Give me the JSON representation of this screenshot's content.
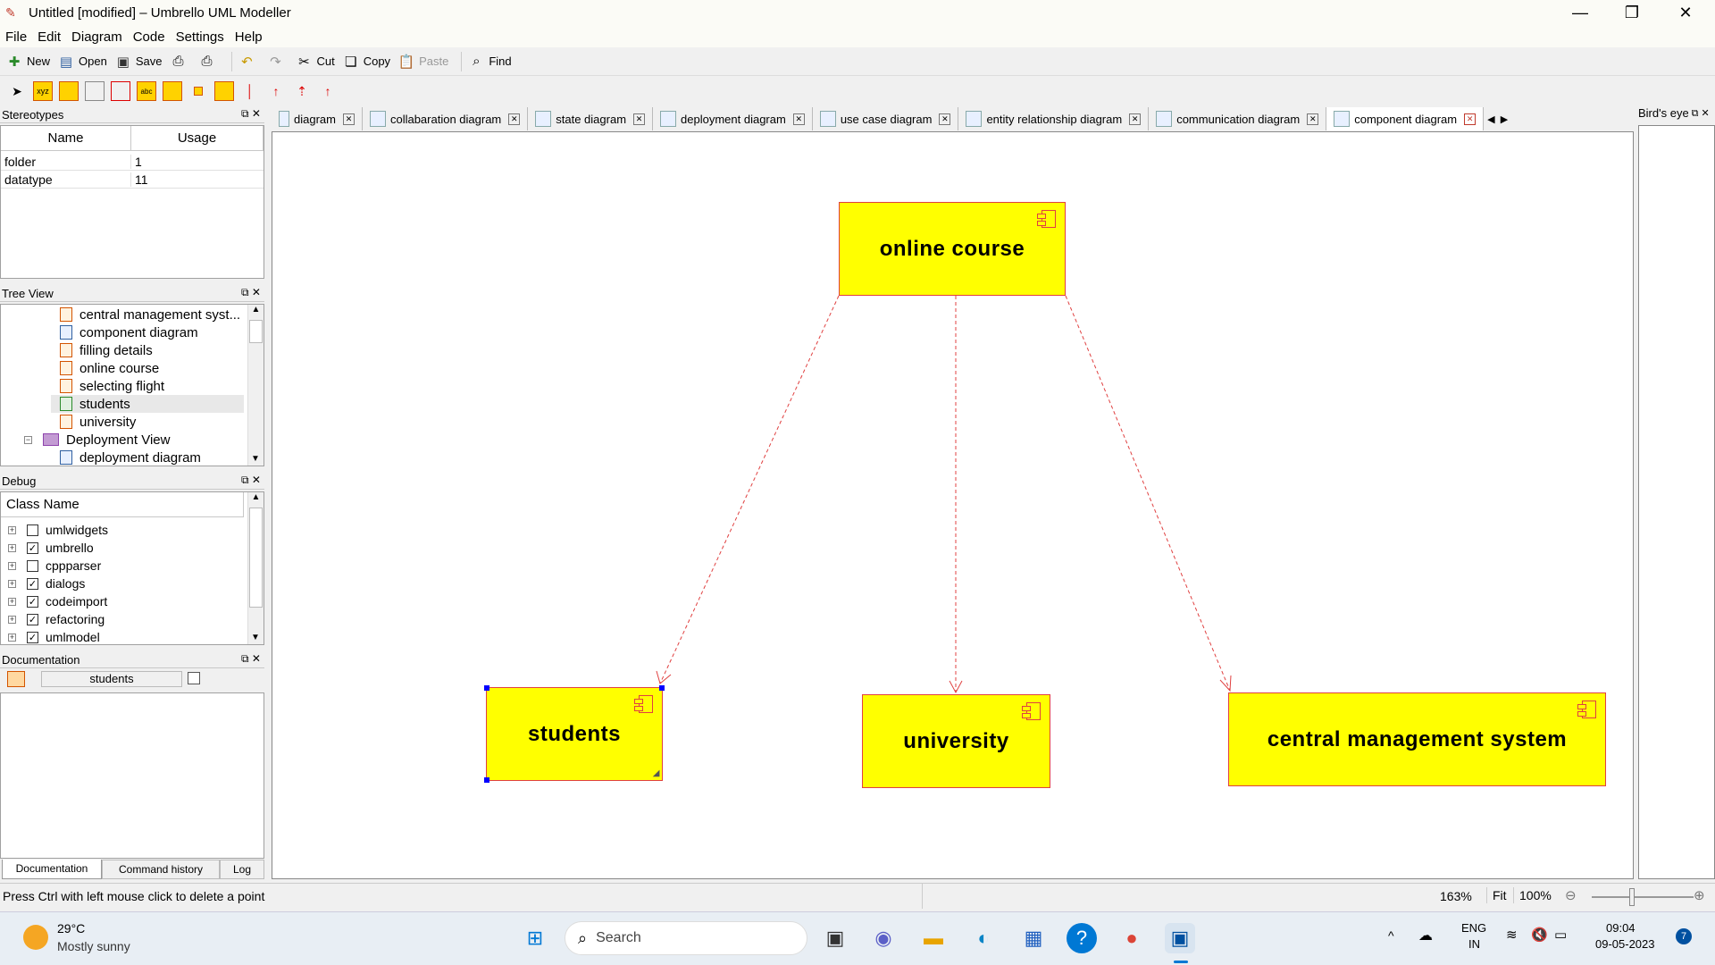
{
  "window": {
    "title": "Untitled [modified] – Umbrello UML Modeller",
    "minimize_icon": "minimize-icon",
    "restore_icon": "restore-icon",
    "close_icon": "close-icon"
  },
  "menu": [
    "File",
    "Edit",
    "Diagram",
    "Code",
    "Settings",
    "Help"
  ],
  "toolbar": {
    "new": "New",
    "open": "Open",
    "save": "Save",
    "cut": "Cut",
    "copy": "Copy",
    "paste": "Paste",
    "find": "Find"
  },
  "stereotypes": {
    "title": "Stereotypes",
    "col_name": "Name",
    "col_usage": "Usage",
    "rows": [
      {
        "name": "folder",
        "usage": "1"
      },
      {
        "name": "datatype",
        "usage": "11"
      }
    ]
  },
  "tree": {
    "title": "Tree View",
    "items": [
      "central management syst...",
      "component diagram",
      "filling details",
      "online course",
      "selecting flight",
      "students",
      "university"
    ],
    "folder": "Deployment View",
    "folder_child": "deployment diagram"
  },
  "debug": {
    "title": "Debug",
    "col": "Class Name",
    "rows": [
      {
        "name": "umlwidgets",
        "checked": false
      },
      {
        "name": "umbrello",
        "checked": true
      },
      {
        "name": "cppparser",
        "checked": false
      },
      {
        "name": "dialogs",
        "checked": true
      },
      {
        "name": "codeimport",
        "checked": true
      },
      {
        "name": "refactoring",
        "checked": true
      },
      {
        "name": "umlmodel",
        "checked": true
      }
    ]
  },
  "documentation": {
    "title": "Documentation",
    "field": "students",
    "tabs": [
      "Documentation",
      "Command history",
      "Log"
    ]
  },
  "tabs": [
    "diagram",
    "collabaration diagram",
    "state diagram",
    "deployment diagram",
    "use case diagram",
    "entity relationship diagram",
    "communication diagram",
    "component diagram"
  ],
  "birds_eye": "Bird's eye",
  "components": {
    "top": "online course",
    "left": "students",
    "middle": "university",
    "right": "central management system"
  },
  "status": {
    "message": "Press Ctrl with left mouse click to delete a point",
    "zoom": "163%",
    "fit": "Fit",
    "hundred": "100%"
  },
  "taskbar": {
    "temp": "29°C",
    "weather": "Mostly sunny",
    "search": "Search",
    "lang1": "ENG",
    "lang2": "IN",
    "time": "09:04",
    "date": "09-05-2023",
    "badge": "7"
  },
  "colors": {
    "component_fill": "#ffff00",
    "component_border": "#e04040"
  }
}
